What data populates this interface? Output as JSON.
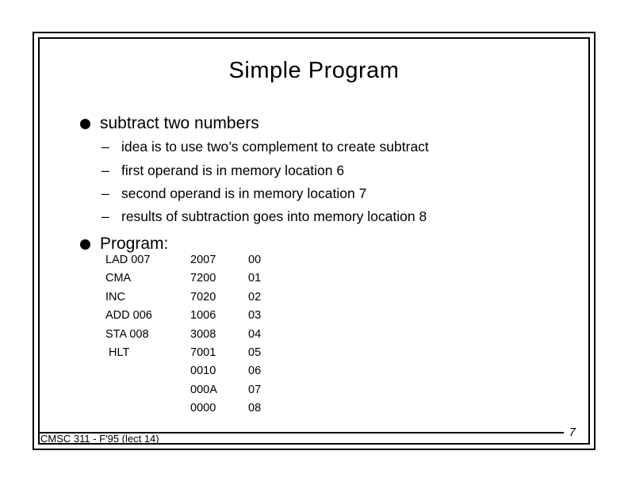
{
  "slide": {
    "title": "Simple Program",
    "bullet_1": {
      "label": "subtract two numbers"
    },
    "sub_bullet_marker": "–",
    "sub_bullets": [
      "idea is to use two’s complement to create subtract",
      "first operand is in memory location 6",
      "second operand is in memory location 7",
      "results of subtraction goes into memory location 8"
    ],
    "bullet_2": {
      "label": "Program:"
    },
    "program": {
      "rows": [
        {
          "mnemonic": "LAD 007",
          "code": "2007",
          "addr": "00"
        },
        {
          "mnemonic": "CMA",
          "code": "7200",
          "addr": "01"
        },
        {
          "mnemonic": "INC",
          "code": "7020",
          "addr": "02"
        },
        {
          "mnemonic": "ADD 006",
          "code": "1006",
          "addr": "03"
        },
        {
          "mnemonic": "STA 008",
          "code": "3008",
          "addr": "04"
        },
        {
          "mnemonic": " HLT",
          "code": "7001",
          "addr": "05"
        },
        {
          "mnemonic": "",
          "code": "0010",
          "addr": "06"
        },
        {
          "mnemonic": "",
          "code": "000A",
          "addr": "07"
        },
        {
          "mnemonic": "",
          "code": "0000",
          "addr": "08"
        }
      ]
    },
    "footer": {
      "course_label": "CMSC 311 - F'95 (lect 14)",
      "page_number": "7"
    },
    "colors": {
      "text": "#000000",
      "background": "#ffffff",
      "frame_border": "#000000"
    }
  }
}
